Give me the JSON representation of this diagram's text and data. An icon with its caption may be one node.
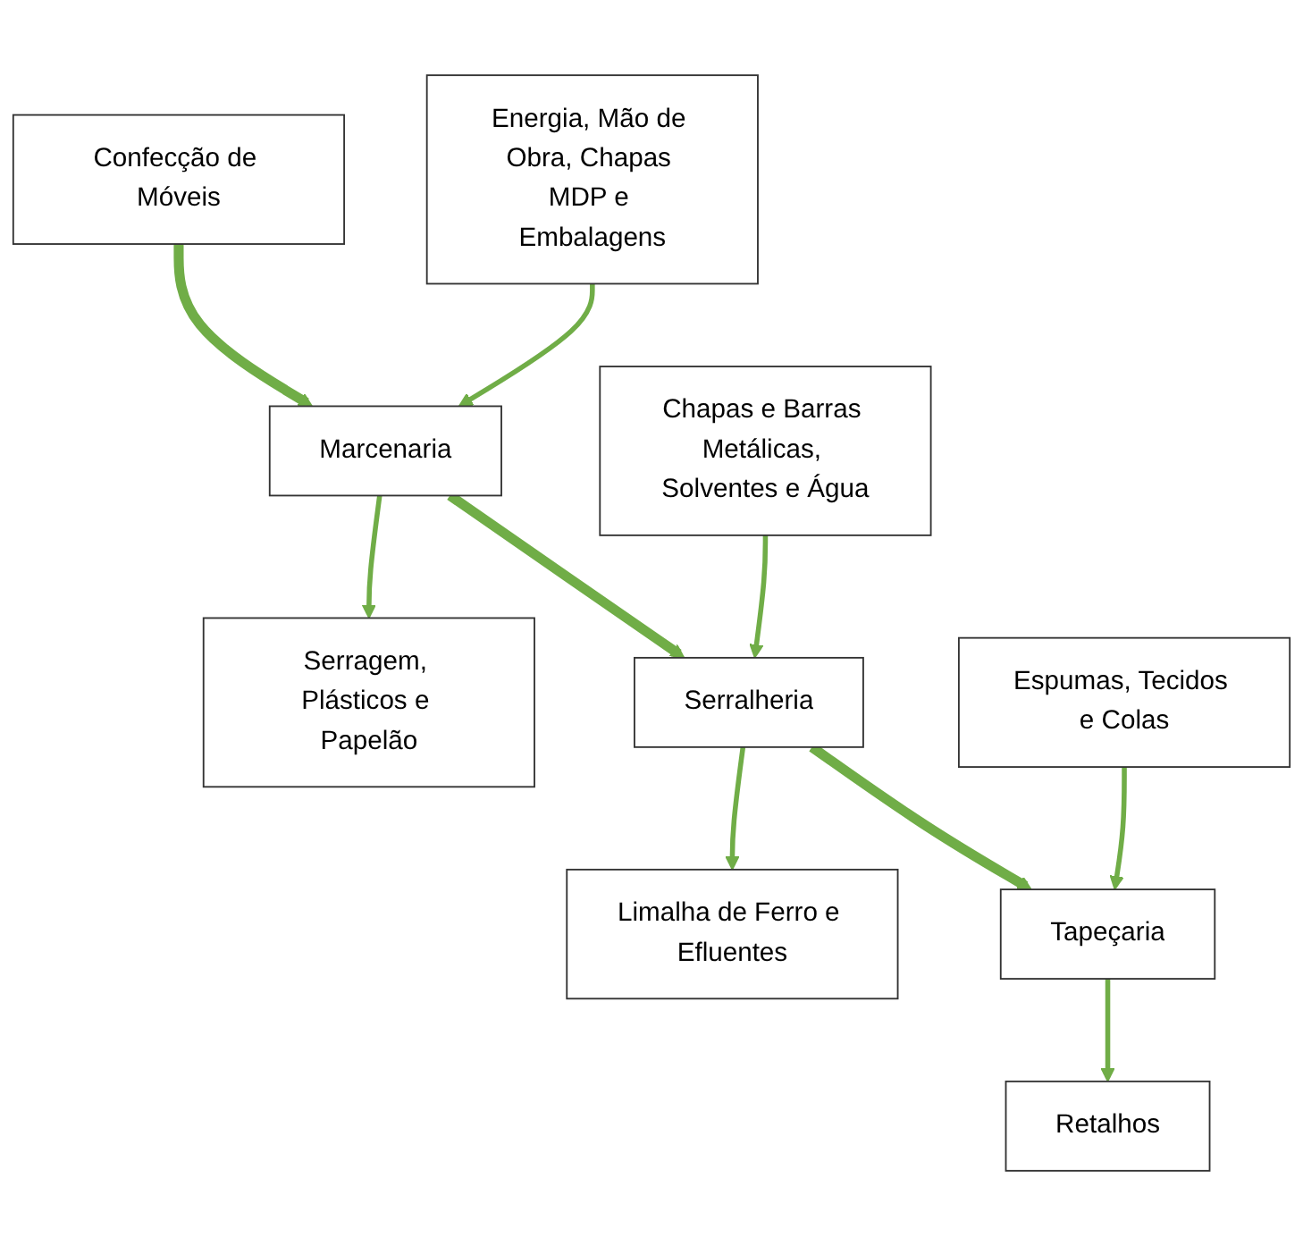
{
  "diagram": {
    "nodes": [
      {
        "text": [
          "Confecção de Móveis"
        ]
      },
      {
        "text": [
          "Energia, Mão de Obra, Chapas MDP e Embalagens"
        ]
      },
      {
        "text": [
          "Marcenaria"
        ]
      },
      {
        "text": [
          "Serragem, Plásticos e Papelão"
        ]
      },
      {
        "text": [
          "Chapas e Barras Metálicas, Solventes e Água"
        ]
      },
      {
        "text": [
          "Serralheria"
        ]
      },
      {
        "text": [
          "Limalha de Ferro e Efluentes"
        ]
      },
      {
        "text": [
          "Espumas, Tecidos e Colas"
        ]
      },
      {
        "text": [
          "Tapeçaria"
        ]
      },
      {
        "text": [
          "Retalhos"
        ]
      }
    ],
    "edges": [
      {
        "from": 0,
        "to": 2,
        "arrow": "to",
        "style": "thick"
      },
      {
        "from": 1,
        "to": 2,
        "arrow": "to"
      },
      {
        "from": 2,
        "to": 3,
        "arrow": "to"
      },
      {
        "from": 2,
        "to": 5,
        "arrow": "to",
        "style": "thick"
      },
      {
        "from": 4,
        "to": 5,
        "arrow": "to"
      },
      {
        "from": 5,
        "to": 6,
        "arrow": "to"
      },
      {
        "from": 5,
        "to": 8,
        "arrow": "to",
        "style": "thick"
      },
      {
        "from": 7,
        "to": 8,
        "arrow": "to"
      },
      {
        "from": 8,
        "to": 9,
        "arrow": "to"
      }
    ]
  }
}
